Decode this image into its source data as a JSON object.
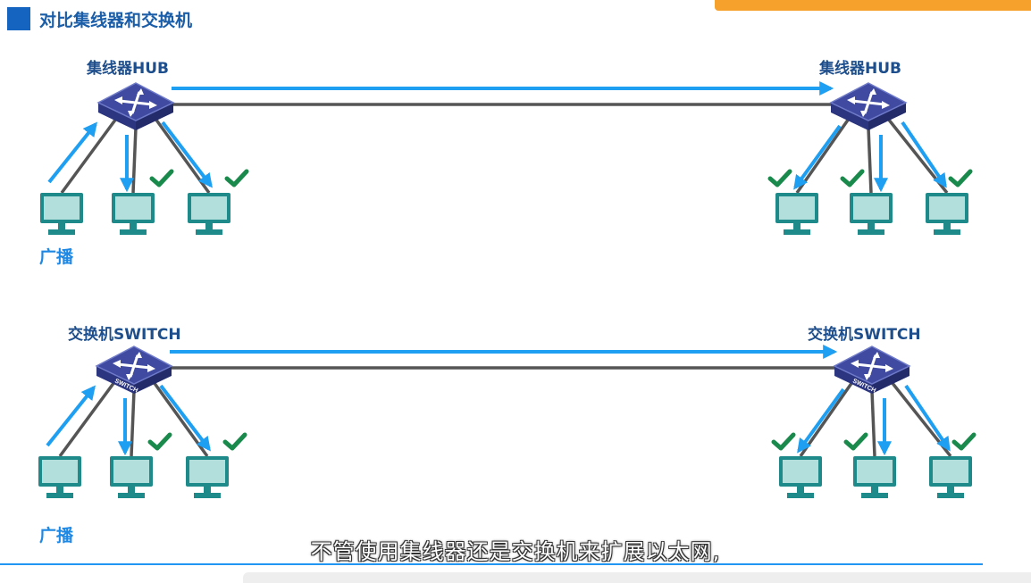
{
  "section": {
    "title": "对比集线器和交换机"
  },
  "hub_row": {
    "left_label": "集线器HUB",
    "right_label": "集线器HUB",
    "broadcast_label": "广播"
  },
  "switch_row": {
    "left_label": "交换机SWITCH",
    "right_label": "交换机SWITCH",
    "broadcast_label": "广播",
    "device_text": "SWITCH"
  },
  "subtitle": "不管使用集线器还是交换机来扩展以太网,",
  "colors": {
    "accent_blue": "#1e9ff2",
    "check_green": "#1a8a4c",
    "device_blue": "#3f4aa0",
    "screen_teal": "#b2dfdb",
    "link_gray": "#555555"
  }
}
